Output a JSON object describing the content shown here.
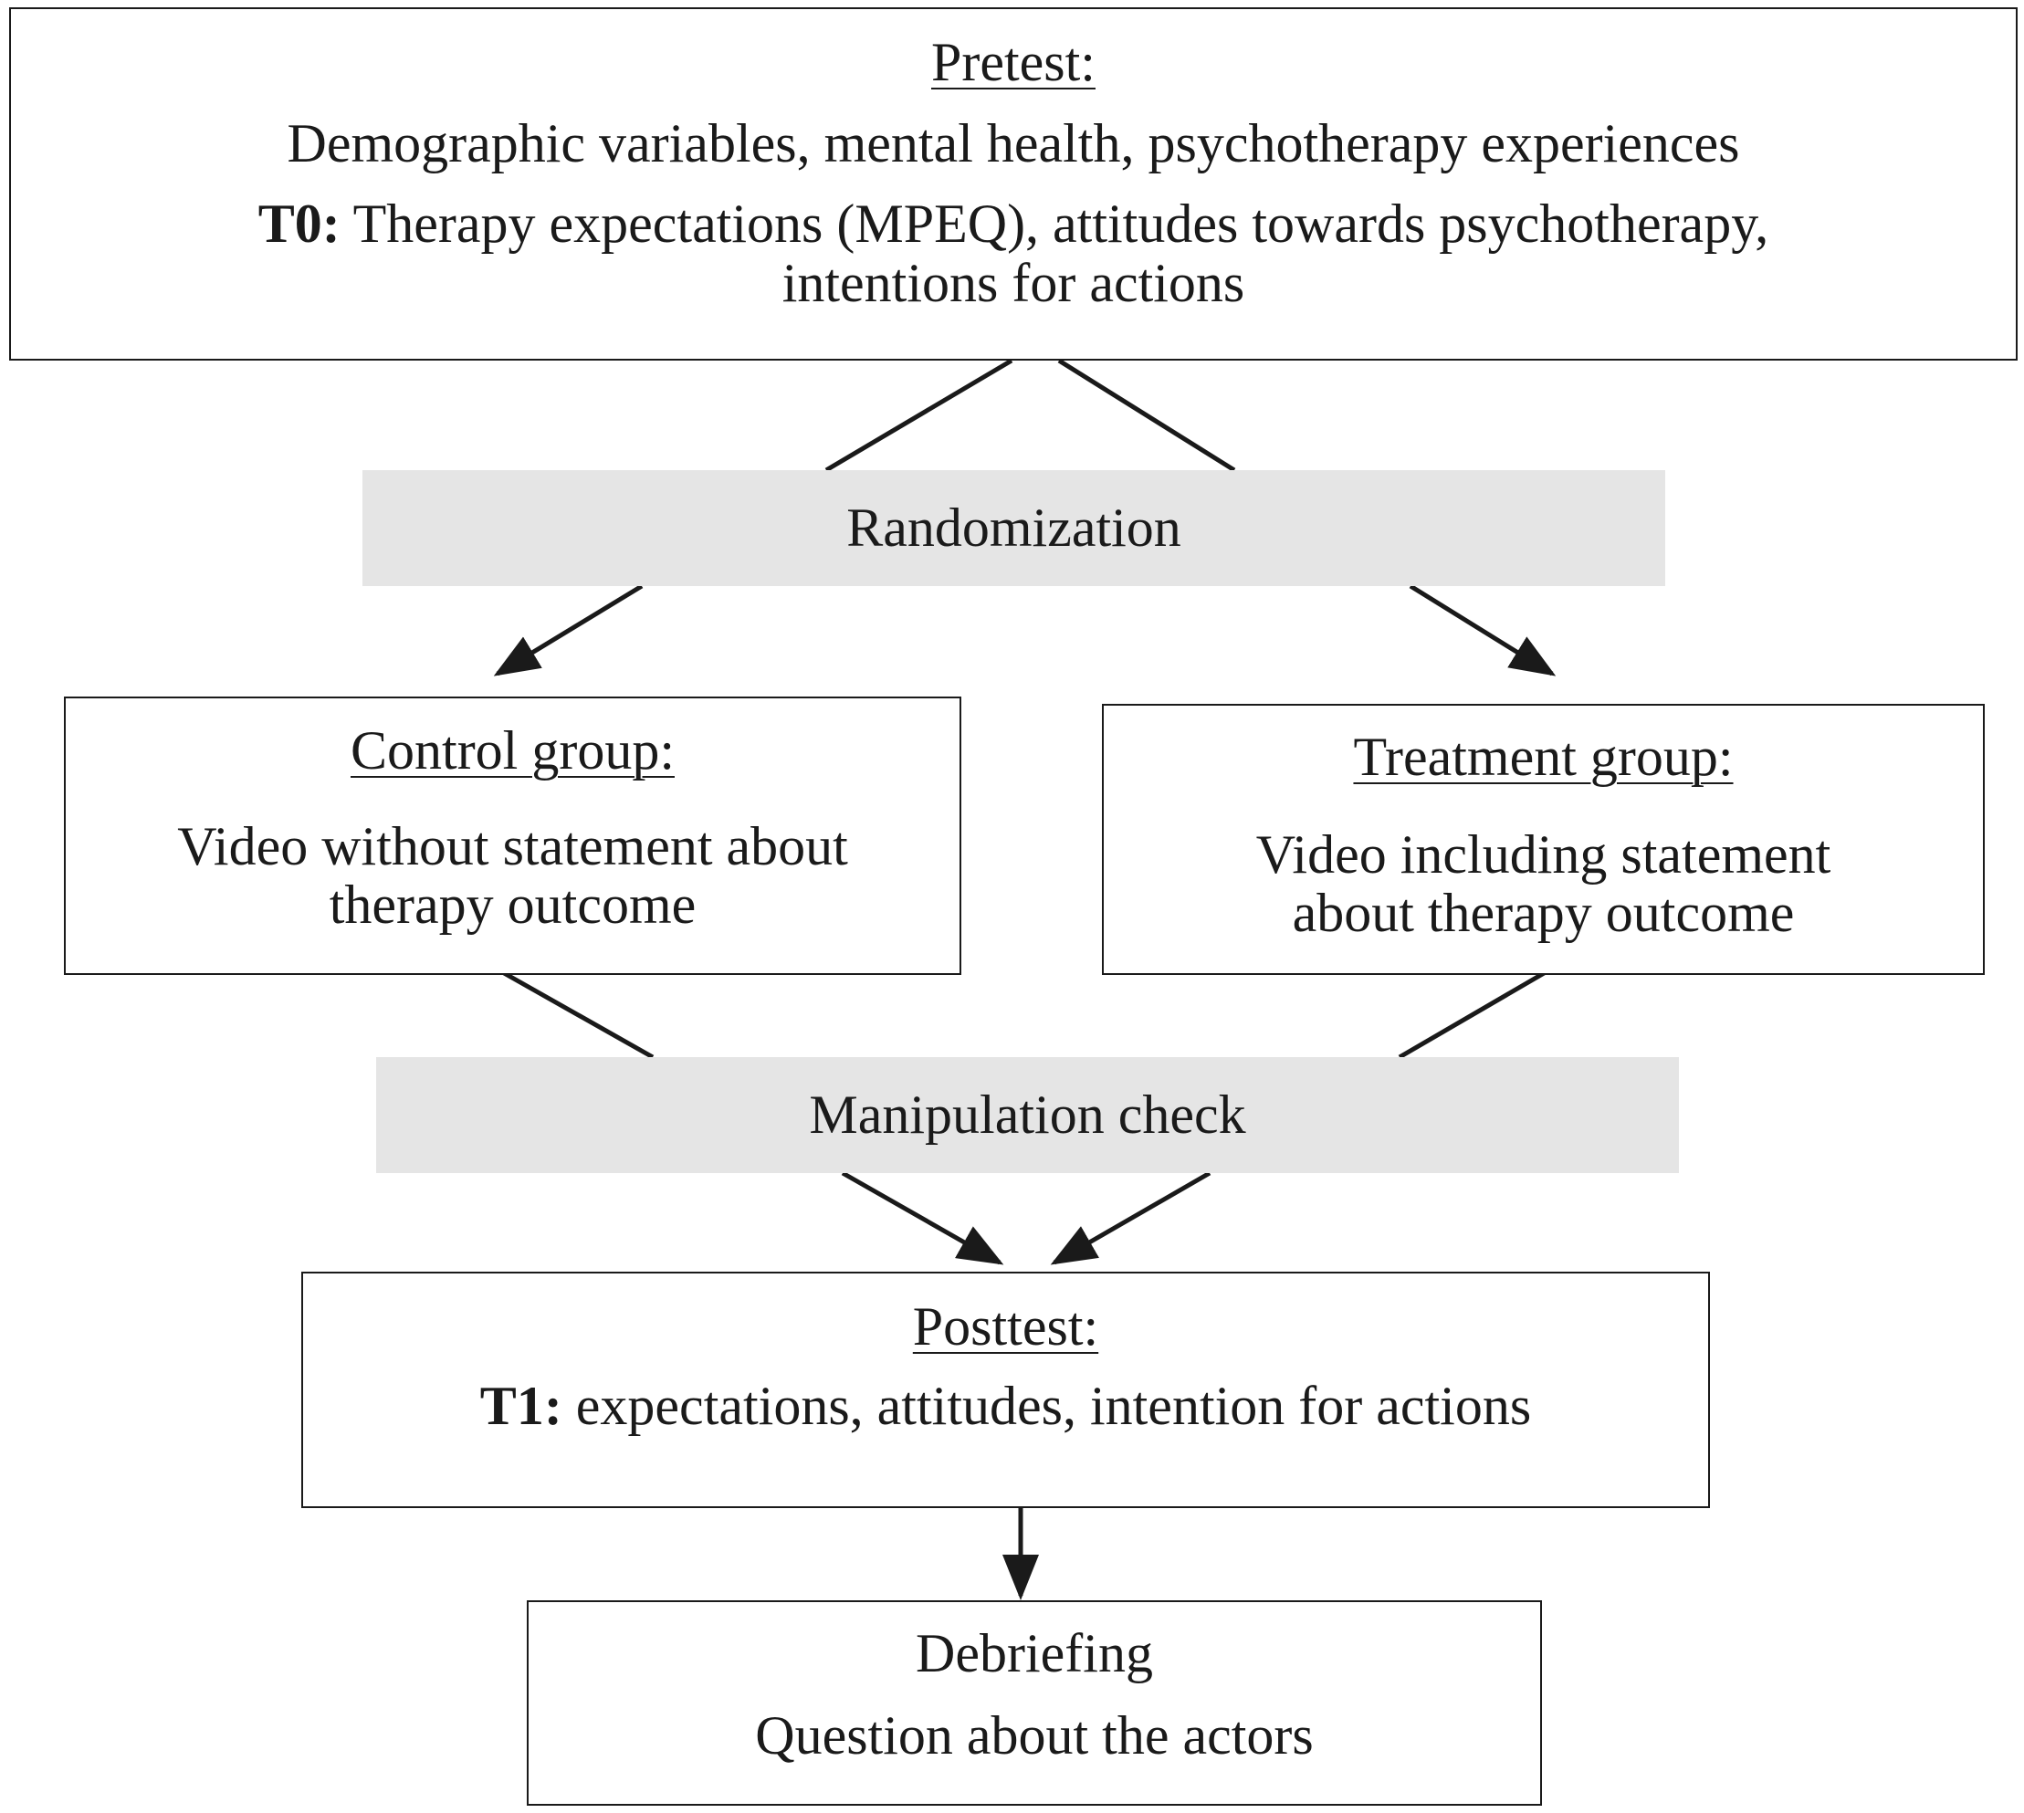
{
  "pretest": {
    "heading": "Pretest:",
    "line1": "Demographic variables, mental health, psychotherapy experiences",
    "t0_label": "T0:",
    "t0_text": "Therapy expectations (MPEQ), attitudes towards psychotherapy,",
    "t0_text_cont": "intentions for actions"
  },
  "randomization": {
    "label": "Randomization"
  },
  "control_group": {
    "heading": "Control group:",
    "line1": "Video without statement about",
    "line2": "therapy outcome"
  },
  "treatment_group": {
    "heading": "Treatment group:",
    "line1": "Video including statement",
    "line2": "about therapy outcome"
  },
  "manipulation_check": {
    "label": "Manipulation check"
  },
  "posttest": {
    "heading": "Posttest:",
    "t1_label": "T1:",
    "t1_text": "expectations, attitudes, intention for actions"
  },
  "debriefing": {
    "title": "Debriefing",
    "line1": "Question about the actors"
  }
}
